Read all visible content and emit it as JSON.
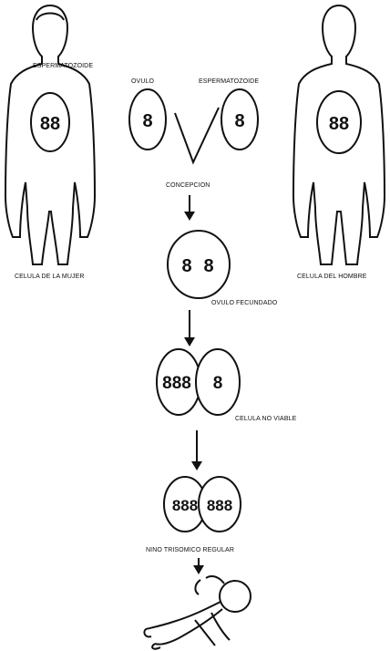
{
  "labels": {
    "female_sperm": "ESPERMATOZOIDE",
    "ovum": "OVULO",
    "sperm": "ESPERMATOZOIDE",
    "conception": "CONCEPCION",
    "female_cell": "CELULA DE LA MUJER",
    "male_cell": "CELULA DEL HOMBRE",
    "fertilized_ovum": "OVULO FECUNDADO",
    "nonviable_cell": "CELULA NO VIABLE",
    "trisomy_child": "NINO TRISOMICO REGULAR"
  },
  "chromosomes": {
    "female_cell": "88",
    "ovum": "8",
    "sperm": "8",
    "male_cell": "88",
    "fertilized_left": "8",
    "fertilized_right": "8",
    "split_left": "888",
    "split_right": "8",
    "final_left": "888",
    "final_right": "888"
  }
}
